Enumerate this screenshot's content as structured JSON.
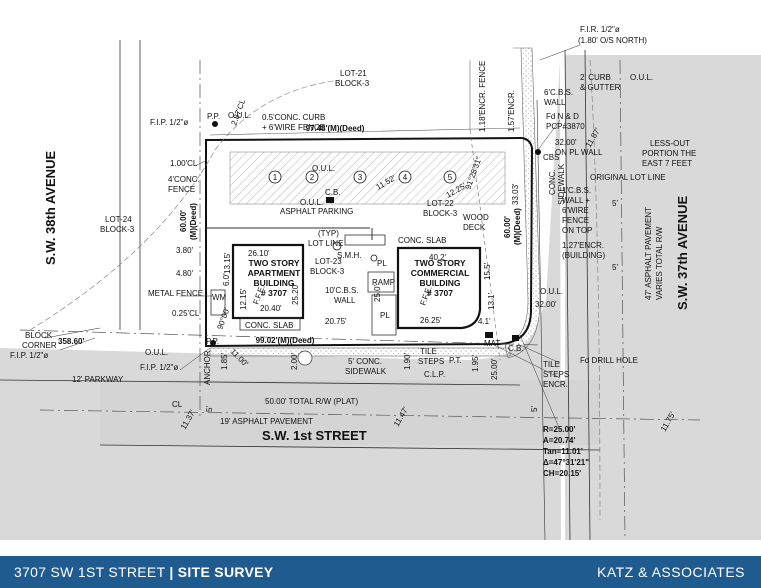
{
  "footer": {
    "address": "3707 SW 1ST STREET",
    "separator": "|",
    "title": "SITE SURVEY",
    "firm": "KATZ & ASSOCIATES"
  },
  "streets": {
    "west": "S.W. 38th AVENUE",
    "east": "S.W. 37th AVENUE",
    "south": "S.W. 1st STREET"
  },
  "lots": {
    "north": [
      "LOT-21",
      "BLOCK-3"
    ],
    "west": [
      "LOT-24",
      "BLOCK-3"
    ],
    "lot22": [
      "LOT-22",
      "BLOCK-3"
    ],
    "lot23": [
      "LOT-23",
      "BLOCK-3"
    ]
  },
  "buildings": {
    "apartment": [
      "TWO STORY",
      "APARTMENT",
      "BUILDING",
      "# 3707"
    ],
    "commercial": [
      "TWO STORY",
      "COMMERCIAL",
      "BUILDING",
      "# 3707"
    ]
  },
  "dimensions": {
    "north_deed": "97.48'(M)(Deed)",
    "south_deed": "99.02'(M)(Deed)",
    "west_deed": "60.00'",
    "west_deed_sub": "(M)(Deed)",
    "east_deed": "60.00'",
    "east_deed_sub": "(M)(Deed)",
    "apt_top": "26.10'",
    "apt_bottom": "20.40'",
    "com_top": "40.2'",
    "com_bottom": "26.25'",
    "dim_20_75": "20.75'",
    "dim_25_20": "25.20'",
    "dim_25_0": "25.0'",
    "dim_13_15": "13.15'",
    "dim_12_15": "12.15'",
    "dim_6_0": "6.0'",
    "dim_15_5": "15.5'",
    "dim_32_top": "32.00'",
    "dim_32_right": "32.00'",
    "dim_33_03": "33.03'",
    "dim_358_60": "358.60'",
    "dim_25_00": "25.00'",
    "dim_1_00cl": "1.00'CL",
    "dim_3_80": "3.80'",
    "dim_4_80": "4.80'",
    "dim_0_25cl": "0.25'CL",
    "dim_2_87cl": "2.87'CL",
    "dim_11_87": "11.87'",
    "dim_11_37": "11.37'",
    "dim_11_47": "11.47'",
    "dim_11_75": "11.75'",
    "dim_1_85": "1.85'",
    "dim_2_00": "2.00'",
    "dim_1_90": "1.90'",
    "dim_1_95": "1.95'",
    "dim_11_52": "11.52'",
    "dim_12_25": "12.25'",
    "dim_4_1": "4.1'",
    "dim_13_1": "13.1'",
    "dim_91_28": "91°28'31\"",
    "dim_90_00": "90°00'",
    "dim_11_00": "11.00'",
    "dim_5a": "5'",
    "dim_5b": "5'",
    "dim_5c": "5'",
    "dim_5d": "5'",
    "total_rw": "50.00' TOTAL R/W (PLAT)",
    "asphalt_19": "19' ASPHALT PAVEMENT",
    "asphalt_47": "47' ASPHALT PAVEMENT",
    "varies_rw": "VARIES TOTAL R/W"
  },
  "notes": {
    "fir_top": [
      "F.I.R. 1/2\"ø",
      "(1.80' O/S NORTH)"
    ],
    "fip_top": "F.I.P. 1/2\"ø",
    "pp_top": "P.P.",
    "curb_fence": [
      "0.5'CONC. CURB",
      "+ 6'WIRE FENCE"
    ],
    "encr_fence": "1.18'ENCR. FENCE",
    "encr_157": "1.57'ENCR.",
    "cbs_wall_top": [
      "6'C.B.S.",
      "WALL"
    ],
    "curb_gutter": [
      "2' CURB",
      "& GUTTER"
    ],
    "fdnd": [
      "Fd N & D",
      "PCP#3870"
    ],
    "on_pl_wall": [
      "32.00'",
      "ON PL WALL"
    ],
    "less_out": [
      "LESS-OUT",
      "PORTION THE",
      "EAST 7 FEET"
    ],
    "cbs": "CBS",
    "conc_sidewalk": [
      "CONC.",
      "SIDEWALK"
    ],
    "orig_lot_line": "ORIGINAL LOT LINE",
    "cbs_wall_fence": [
      "1'C.B.S.",
      "WALL +",
      "6'WIRE",
      "FENCE",
      "ON TOP"
    ],
    "encr_127": [
      "1.27'ENCR.",
      "(BUILDING)"
    ],
    "conc_fence": [
      "4'CONC.",
      "FENCE"
    ],
    "asphalt_parking": "ASPHALT PARKING",
    "cb1": "C.B.",
    "wood_deck": [
      "WOOD",
      "DECK"
    ],
    "typ_lot_line": [
      "(TYP)",
      "LOT LINE"
    ],
    "conc_slab": "CONC. SLAB",
    "smh": "S.M.H.",
    "metal_fence": "METAL FENCE",
    "ramp": "RAMP",
    "pl1": "PL",
    "pl2": "PL",
    "cbs_wall_10": [
      "10'C.B.S.",
      "WALL"
    ],
    "wm": "WM",
    "conc_slab2": "CONC. SLAB",
    "ol1": "O.U.L.",
    "ol2": "O.U.L.",
    "ol3": "O.U.L.",
    "ol4": "O.U.L.",
    "ol5": "O.U.L.",
    "ol6": "O.U.L.",
    "block_corner": [
      "BLOCK",
      "CORNER",
      "F.I.P. 1/2\"ø"
    ],
    "fip_bottom": "F.I.P. 1/2\"ø",
    "pp_bottom": "P.P.",
    "anchor": "ANCHOR",
    "parkway": "12' PARKWAY",
    "five_conc": [
      "5' CONC.",
      "SIDEWALK"
    ],
    "tile_steps": [
      "TILE",
      "STEPS"
    ],
    "pt": "P.T.",
    "mat": "MAT",
    "clp": "C.L.P.",
    "cb2": "C.B.",
    "fd_drill": "Fd DRILL HOLE",
    "tile_encr": [
      "TILE",
      "STEPS",
      "ENCR."
    ],
    "curve": [
      "R=25.00'",
      "A=20.74'",
      "Tan=11.01'",
      "Δ=47°31'21\"",
      "CH=20.15'"
    ],
    "ffe1": "F.F.E.",
    "ffe2": "F.F.E.",
    "cl": "CL",
    "parking": [
      "1",
      "2",
      "3",
      "4",
      "5"
    ]
  }
}
